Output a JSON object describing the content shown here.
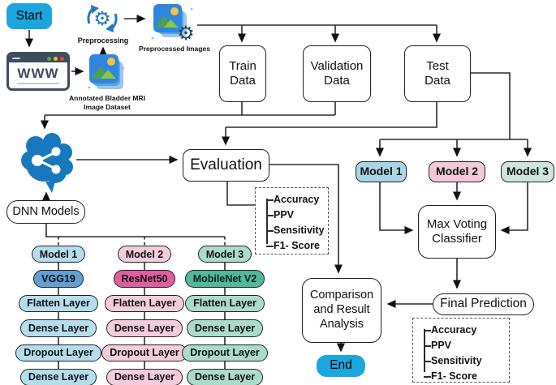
{
  "title": "DNN bladder MRI classification pipeline flowchart",
  "flow": {
    "start_label": "Start",
    "end_label": "End",
    "www_label": "WWW",
    "preprocessing_caption": "Preprocessing",
    "preprocessed_caption": "Preprocessed Images",
    "dataset_caption": "Annotated Bladder MRI\nImage Dataset",
    "train_label": "Train\nData",
    "validation_label": "Validation\nData",
    "test_label": "Test\nData",
    "dnn_models_label": "DNN Models",
    "evaluation_label": "Evaluation",
    "max_voting_label": "Max Voting\nClassifier",
    "final_prediction_label": "Final Prediction",
    "comparison_label": "Comparison\nand Result\nAnalysis"
  },
  "metrics": [
    "Accuracy",
    "PPV",
    "Sensitivity",
    "F1- Score"
  ],
  "right_models": [
    "Model 1",
    "Model 2",
    "Model 3"
  ],
  "columns": [
    {
      "name": "Model 1",
      "arch": "VGG19",
      "layers": [
        "Flatten Layer",
        "Dense Layer",
        "Dropout Layer",
        "Dense Layer"
      ]
    },
    {
      "name": "Model 2",
      "arch": "ResNet50",
      "layers": [
        "Flatten Layer",
        "Dense Layer",
        "Dropout Layer",
        "Dense Layer"
      ]
    },
    {
      "name": "Model 3",
      "arch": "MobileNet V2",
      "layers": [
        "Flatten Layer",
        "Dense Layer",
        "Dropout Layer",
        "Dense Layer"
      ]
    }
  ],
  "icons": {
    "gear_glyph": "⚙",
    "preprocessing_icon": "gear-with-cycle-arrows",
    "dataset_icon": "image-stack",
    "preprocessed_icon": "image-stack-with-gear",
    "browser_icon": "www-browser-window",
    "dnn_icon": "brain-network"
  },
  "colors": {
    "accent_cyan": "#1BA7DD",
    "line": "#2B2B2B",
    "model1_light": "#B5DEED",
    "model1_dark": "#639FD3",
    "model2_light": "#F4CCDC",
    "model2_dark": "#DE5F9F",
    "model3_light": "#ABDCCB",
    "model3_dark": "#52B89B",
    "right_model1": "#A9D6E5",
    "right_model2": "#F2C9DA",
    "right_model3": "#CDE5DC",
    "icon_blue": "#2479C2",
    "icon_dark_blue": "#1B3A5C"
  }
}
